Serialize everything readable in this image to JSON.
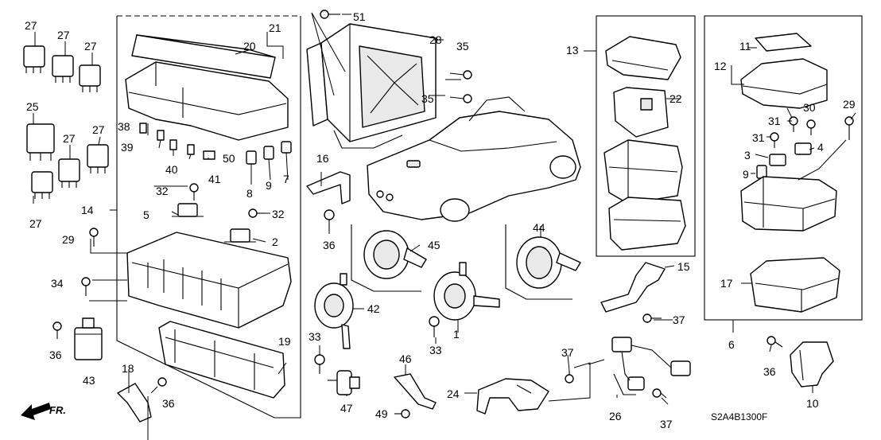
{
  "diagram": {
    "code": "S2A4B1300F",
    "direction_label": "FR.",
    "callouts": [
      "1",
      "2",
      "3",
      "4",
      "5",
      "6",
      "7",
      "8",
      "9",
      "10",
      "11",
      "12",
      "13",
      "14",
      "15",
      "16",
      "17",
      "18",
      "19",
      "20",
      "21",
      "22",
      "24",
      "25",
      "26",
      "27",
      "28",
      "29",
      "30",
      "31",
      "32",
      "33",
      "34",
      "35",
      "36",
      "37",
      "38",
      "39",
      "40",
      "41",
      "42",
      "43",
      "44",
      "45",
      "46",
      "47",
      "49",
      "50",
      "51"
    ]
  }
}
